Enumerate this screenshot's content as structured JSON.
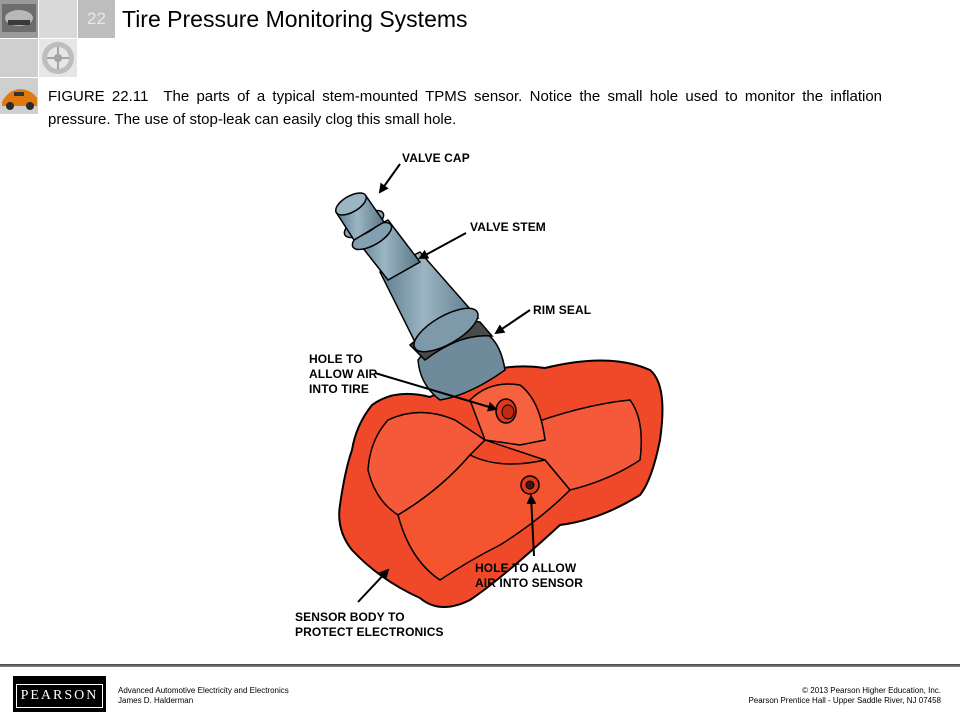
{
  "header": {
    "chapter_number": "22",
    "title": "Tire Pressure Monitoring Systems"
  },
  "caption": {
    "figure_number": "FIGURE 22.11",
    "text": "The parts of a typical stem-mounted TPMS sensor. Notice the small hole used to monitor the inflation pressure. The use of stop-leak can easily clog this small hole."
  },
  "diagram": {
    "labels": {
      "valve_cap": "VALVE CAP",
      "valve_stem": "VALVE STEM",
      "rim_seal": "RIM SEAL",
      "hole_air_tire": "HOLE TO\nALLOW AIR\nINTO TIRE",
      "hole_air_sensor": "HOLE TO ALLOW\nAIR INTO SENSOR",
      "sensor_body": "SENSOR BODY TO\nPROTECT ELECTRONICS"
    },
    "colors": {
      "sensor_body": "#f0492a",
      "valve_stem": "#7e9aaa",
      "rim_seal": "#4a4a4a"
    }
  },
  "footer": {
    "logo_text": "PEARSON",
    "left_line1": "Advanced Automotive Electricity and Electronics",
    "left_line2": "James D. Halderman",
    "right_line1": "© 2013  Pearson Higher Education, Inc.",
    "right_line2": "Pearson Prentice Hall - Upper Saddle River, NJ 07458"
  }
}
